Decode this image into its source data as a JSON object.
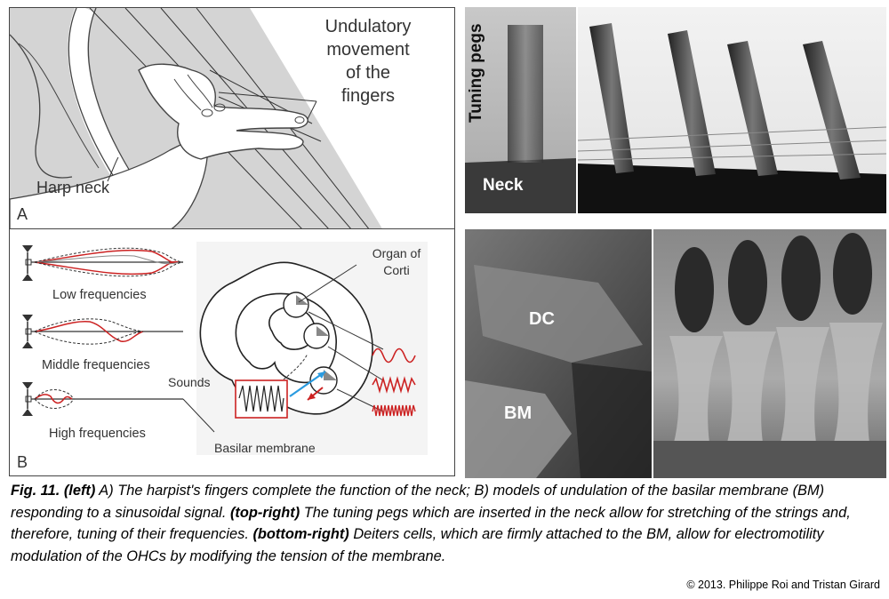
{
  "panel_a": {
    "letter": "A",
    "label_undulatory_1": "Undulatory",
    "label_undulatory_2": "movement",
    "label_undulatory_3": "of the",
    "label_undulatory_4": "fingers",
    "label_harp_neck": "Harp neck"
  },
  "panel_b": {
    "letter": "B",
    "label_low": "Low frequencies",
    "label_middle": "Middle frequencies",
    "label_high": "High frequencies",
    "label_organ_1": "Organ of",
    "label_organ_2": "Corti",
    "label_sounds": "Sounds",
    "label_basilar": "Basilar membrane"
  },
  "photo_top": {
    "label_tuning_pegs": "Tuning pegs",
    "label_neck": "Neck"
  },
  "photo_bottom": {
    "label_dc": "DC",
    "label_bm": "BM"
  },
  "caption": {
    "fig": "Fig. 11.",
    "left_tag": "(left)",
    "text1": " A) The harpist's fingers complete the function of the neck; B) models of undulation of the basilar membrane (BM) responding to a sinusoidal signal. ",
    "top_right_tag": "(top-right)",
    "text2": " The tuning pegs which are inserted in the neck allow for stretching of the strings and, therefore, tuning of their frequencies. ",
    "bottom_right_tag": "(bottom-right)",
    "text3": " Deiters cells, which are firmly attached to the BM, allow for electromotility modulation of the OHCs by modifying the tension of the membrane."
  },
  "copyright": "© 2013. Philippe Roi and Tristan Girard",
  "colors": {
    "red": "#cc2222",
    "blue": "#2a9be0",
    "gray_fill": "#d4d4d4"
  }
}
